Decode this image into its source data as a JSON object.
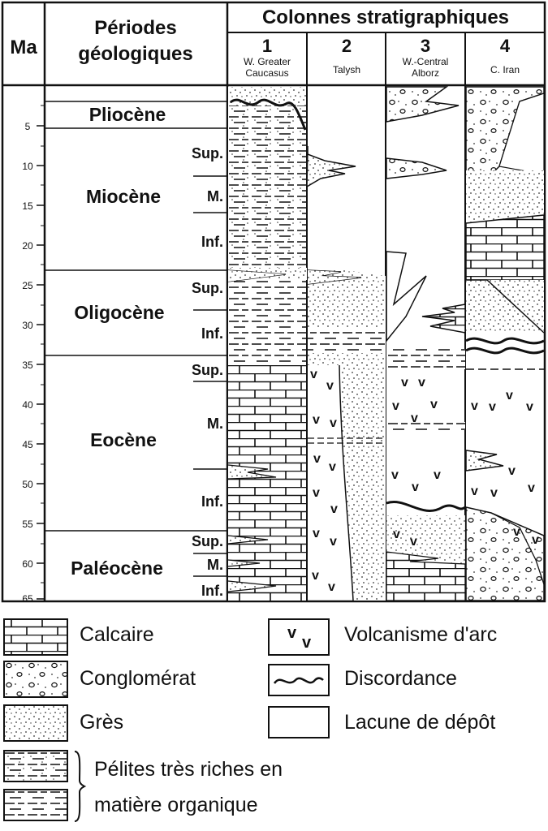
{
  "header": {
    "ma_label": "Ma",
    "periods_title_1": "Périodes",
    "periods_title_2": "géologiques",
    "columns_title": "Colonnes stratigraphiques"
  },
  "columns": [
    {
      "num": "1",
      "name_1": "W. Greater",
      "name_2": "Caucasus"
    },
    {
      "num": "2",
      "name_1": "Talysh",
      "name_2": ""
    },
    {
      "num": "3",
      "name_1": "W.-Central",
      "name_2": "Alborz"
    },
    {
      "num": "4",
      "name_1": "C. Iran",
      "name_2": ""
    }
  ],
  "ma_ticks": [
    "5",
    "10",
    "15",
    "20",
    "25",
    "30",
    "35",
    "40",
    "45",
    "50",
    "55",
    "60",
    "65"
  ],
  "epochs": [
    {
      "name": "Pliocène",
      "subs": []
    },
    {
      "name": "Miocène",
      "subs": [
        "Sup.",
        "M.",
        "Inf."
      ]
    },
    {
      "name": "Oligocène",
      "subs": [
        "Sup.",
        "Inf."
      ]
    },
    {
      "name": "Eocène",
      "subs": [
        "Sup.",
        "M.",
        "Inf."
      ]
    },
    {
      "name": "Paléocène",
      "subs": [
        "Sup.",
        "M.",
        "Inf."
      ]
    }
  ],
  "legend": {
    "calcaire": "Calcaire",
    "conglomerat": "Conglomérat",
    "gres": "Grès",
    "pelites_1": "Pélites très riches en",
    "pelites_2": "matière organique",
    "volcanisme": "Volcanisme d'arc",
    "discordance": "Discordance",
    "lacune": "Lacune de dépôt"
  }
}
